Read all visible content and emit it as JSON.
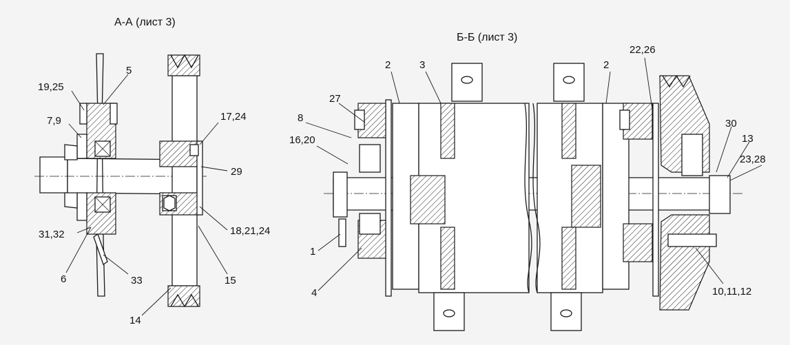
{
  "views": [
    {
      "title": "А-А (лист 3)"
    },
    {
      "title": "Б-Б (лист 3)"
    }
  ],
  "callouts_left": [
    "5",
    "19,25",
    "7,9",
    "17,24",
    "29",
    "31,32",
    "18,21,24",
    "6",
    "33",
    "15",
    "14"
  ],
  "callouts_right": [
    "2",
    "3",
    "2",
    "22,26",
    "27",
    "8",
    "16,20",
    "30",
    "13",
    "23,28",
    "1",
    "4",
    "10,11,12"
  ]
}
